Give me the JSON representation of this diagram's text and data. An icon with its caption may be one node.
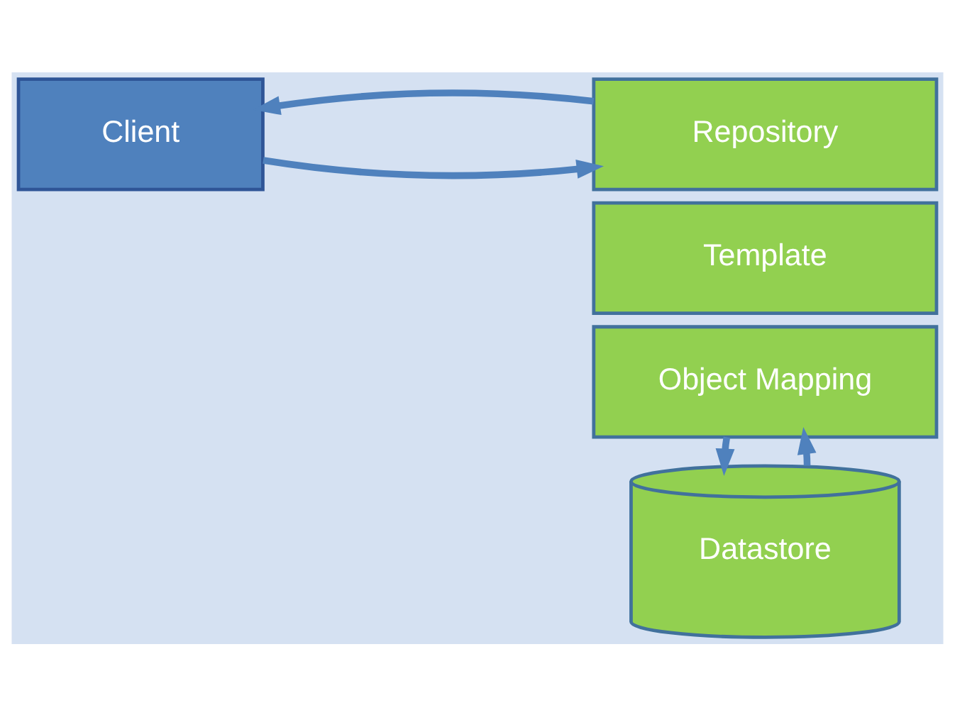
{
  "diagram": {
    "nodes": [
      {
        "text": [
          "Client"
        ]
      },
      {
        "text": [
          "Repository"
        ]
      },
      {
        "text": [
          "Template"
        ]
      },
      {
        "text": [
          "Object Mapping"
        ]
      },
      {
        "text": [
          "Datastore"
        ]
      }
    ],
    "edges": [
      {
        "from": 0,
        "to": 1,
        "arrow": "to"
      },
      {
        "from": 1,
        "to": 0,
        "arrow": "to"
      },
      {
        "from": 3,
        "to": 4,
        "arrow": "to"
      },
      {
        "from": 4,
        "to": 3,
        "arrow": "to"
      }
    ]
  }
}
